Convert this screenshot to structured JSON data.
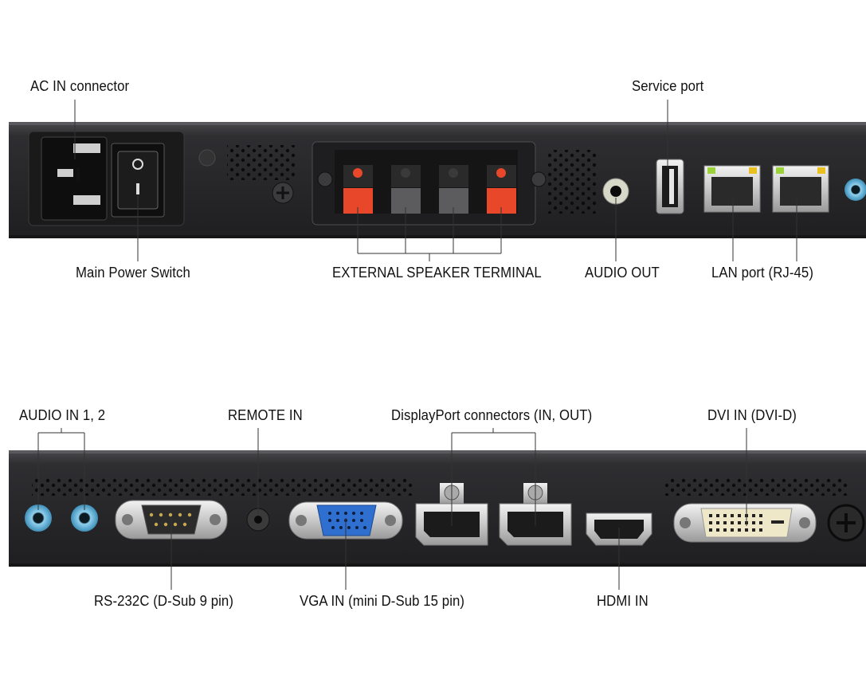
{
  "labels": {
    "ac_in": "AC IN connector",
    "service_port": "Service port",
    "main_power": "Main Power Switch",
    "speaker_terminal": "EXTERNAL SPEAKER TERMINAL",
    "audio_out": "AUDIO OUT",
    "lan_port": "LAN port (RJ-45)",
    "audio_in": "AUDIO IN 1, 2",
    "remote_in": "REMOTE IN",
    "displayport": "DisplayPort connectors (IN, OUT)",
    "dvi_in": "DVI IN (DVI-D)",
    "rs232c": "RS-232C (D-Sub 9 pin)",
    "vga_in": "VGA IN (mini D-Sub 15 pin)",
    "hdmi_in": "HDMI IN"
  },
  "colors": {
    "panel": "#2b2b2d",
    "speaker_red": "#e8472a",
    "audio_blue": "#6fb6d9",
    "vga_blue": "#2f6fd0",
    "led_green": "#9bd23a",
    "led_yellow": "#e8c020"
  }
}
